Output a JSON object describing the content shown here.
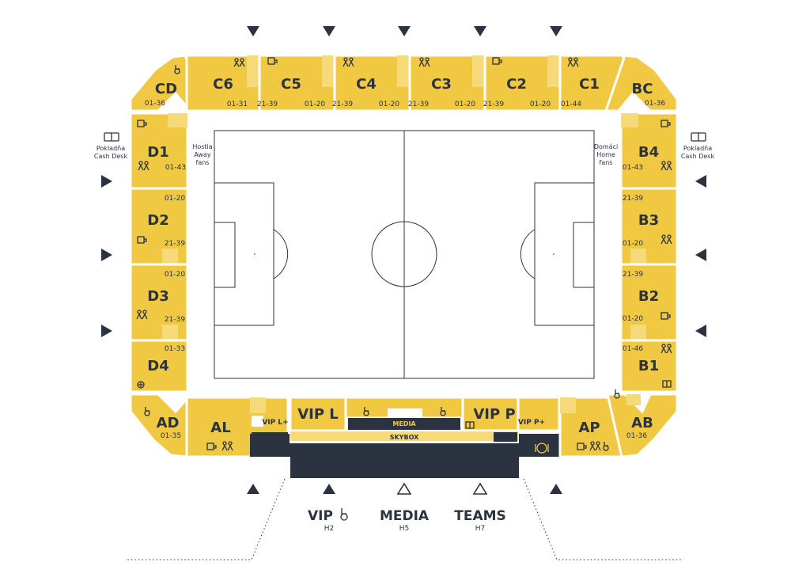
{
  "sections": {
    "cd": {
      "name": "CD",
      "rows": "01-36"
    },
    "c6": {
      "name": "C6",
      "rows_a": "01-31"
    },
    "c5": {
      "name": "C5",
      "rows_a": "21-39",
      "rows_b": "01-20"
    },
    "c4": {
      "name": "C4",
      "rows_a": "21-39",
      "rows_b": "01-20"
    },
    "c3": {
      "name": "C3",
      "rows_a": "21-39",
      "rows_b": "01-20"
    },
    "c2": {
      "name": "C2",
      "rows_a": "21-39",
      "rows_b": "01-20"
    },
    "c1": {
      "name": "C1",
      "rows_a": "01-44"
    },
    "bc": {
      "name": "BC",
      "rows": "01-36"
    },
    "d1": {
      "name": "D1",
      "rows": "01-43"
    },
    "d2": {
      "name": "D2",
      "rows_a": "01-20",
      "rows_b": "21-39"
    },
    "d3": {
      "name": "D3",
      "rows_a": "01-20",
      "rows_b": "21-39"
    },
    "d4": {
      "name": "D4",
      "rows": "01-33"
    },
    "b4": {
      "name": "B4",
      "rows": "01-43"
    },
    "b3": {
      "name": "B3",
      "rows_a": "21-39",
      "rows_b": "01-20"
    },
    "b2": {
      "name": "B2",
      "rows_a": "21-39",
      "rows_b": "01-20"
    },
    "b1": {
      "name": "B1",
      "rows": "01-46"
    },
    "ad": {
      "name": "AD",
      "rows": "01-35"
    },
    "al": {
      "name": "AL"
    },
    "vipl": {
      "name": "VIP L"
    },
    "vipl_plus": {
      "name": "VIP L+"
    },
    "media": {
      "name": "MEDIA"
    },
    "vipp": {
      "name": "VIP P"
    },
    "vipp_plus": {
      "name": "VIP P+"
    },
    "skybox": {
      "name": "SKYBOX"
    },
    "ap": {
      "name": "AP"
    },
    "ab": {
      "name": "AB",
      "rows": "01-36"
    }
  },
  "labels": {
    "away_1": "Hostia",
    "away_2": "Away",
    "away_3": "fans",
    "home_1": "Domáci",
    "home_2": "Home",
    "home_3": "fans",
    "cash_left_1": "Pokladňa",
    "cash_left_2": "Cash Desk",
    "cash_right_1": "Pokladňa",
    "cash_right_2": "Cash Desk"
  },
  "entrances": [
    {
      "name": "VIP",
      "gate": "H2"
    },
    {
      "name": "MEDIA",
      "gate": "H5"
    },
    {
      "name": "TEAMS",
      "gate": "H7"
    }
  ],
  "colors": {
    "section": "#f0c842",
    "section_light": "#f6da7a",
    "dark": "#2b3340",
    "background": "#ffffff"
  },
  "icons": [
    "wheelchair-icon",
    "toilets-icon",
    "refreshment-icon",
    "first-aid-icon",
    "ticket-icon",
    "restaurant-icon"
  ]
}
